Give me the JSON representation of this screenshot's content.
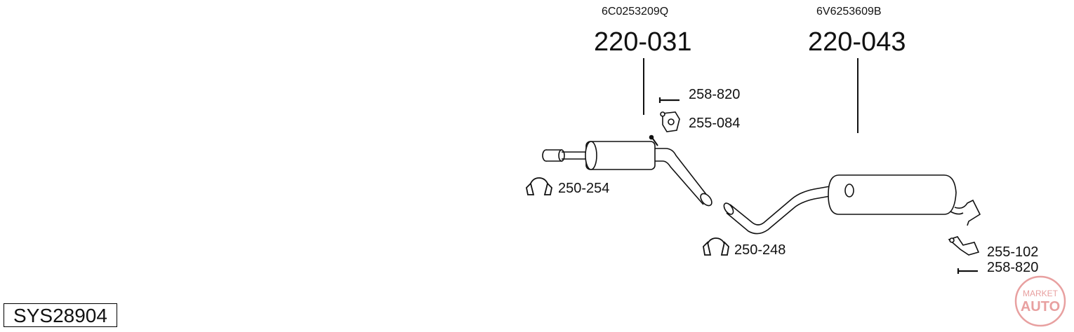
{
  "system_code": "SYS28904",
  "assemblies": [
    {
      "oem": "6C0253209Q",
      "part": "220-031"
    },
    {
      "oem": "6V6253609B",
      "part": "220-043"
    }
  ],
  "parts": {
    "bolt_top": "258-820",
    "hanger_top": "255-084",
    "clamp_left": "250-254",
    "clamp_mid": "250-248",
    "bracket_rear": "255-102",
    "bolt_rear": "258-820"
  },
  "watermark": {
    "line1": "MARKET",
    "line2": "AUTO"
  }
}
